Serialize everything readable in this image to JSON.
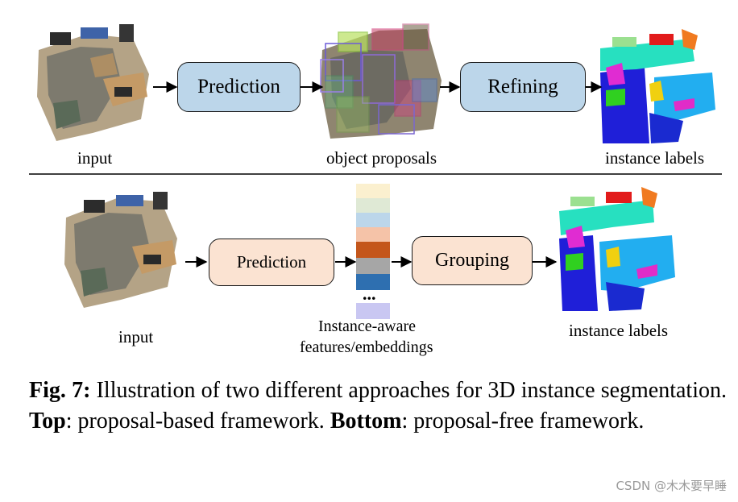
{
  "top_row": {
    "input_label": "input",
    "prediction_label": "Prediction",
    "proposals_label": "object proposals",
    "refining_label": "Refining",
    "instance_label": "instance labels"
  },
  "bottom_row": {
    "input_label": "input",
    "prediction_label": "Prediction",
    "features_line1": "Instance-aware",
    "features_line2": "features/embeddings",
    "ellipsis": "...",
    "grouping_label": "Grouping",
    "instance_label": "instance labels"
  },
  "caption": {
    "fig": "Fig. 7:",
    "text1": " Illustration of two different approaches for 3D instance segmentation. ",
    "top_bold": "Top",
    "text2": ": proposal-based framework. ",
    "bottom_bold": "Bottom",
    "text3": ": proposal-free framework."
  },
  "watermark": "CSDN @木木要早睡",
  "colors": {
    "box_blue": "#bcd6ea",
    "box_peach": "#fbe3d2",
    "embedding_stack": [
      "#fbf0cf",
      "#dfe9d5",
      "#bcd6ea",
      "#f5c3a8",
      "#c4561b",
      "#a6a6a6",
      "#2e6fb0",
      "#c9c7f2"
    ]
  }
}
